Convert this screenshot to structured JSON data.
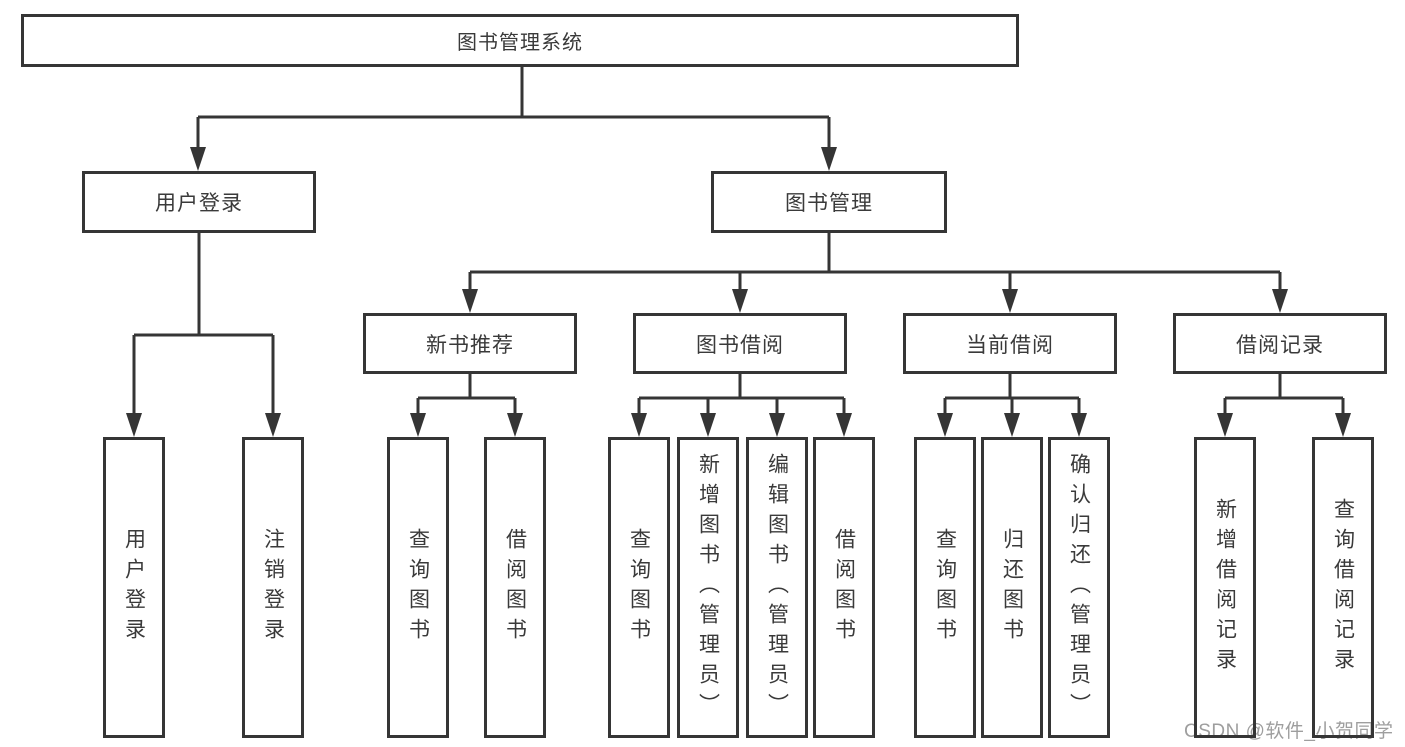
{
  "tree": {
    "root": "图书管理系统",
    "branches": [
      {
        "label": "用户登录",
        "leaves": [
          "用户登录",
          "注销登录"
        ]
      },
      {
        "label": "图书管理",
        "groups": [
          {
            "label": "新书推荐",
            "leaves": [
              "查询图书",
              "借阅图书"
            ]
          },
          {
            "label": "图书借阅",
            "leaves": [
              "查询图书",
              "新增图书（管理员）",
              "编辑图书（管理员）",
              "借阅图书"
            ]
          },
          {
            "label": "当前借阅",
            "leaves": [
              "查询图书",
              "归还图书",
              "确认归还（管理员）"
            ]
          },
          {
            "label": "借阅记录",
            "leaves": [
              "新增借阅记录",
              "查询借阅记录"
            ]
          }
        ]
      }
    ]
  },
  "watermark": "CSDN @软件_小贺同学",
  "colors": {
    "line": "#353535",
    "text": "#3a3a3a",
    "watermark": "#9e9e9e",
    "background": "#ffffff"
  }
}
